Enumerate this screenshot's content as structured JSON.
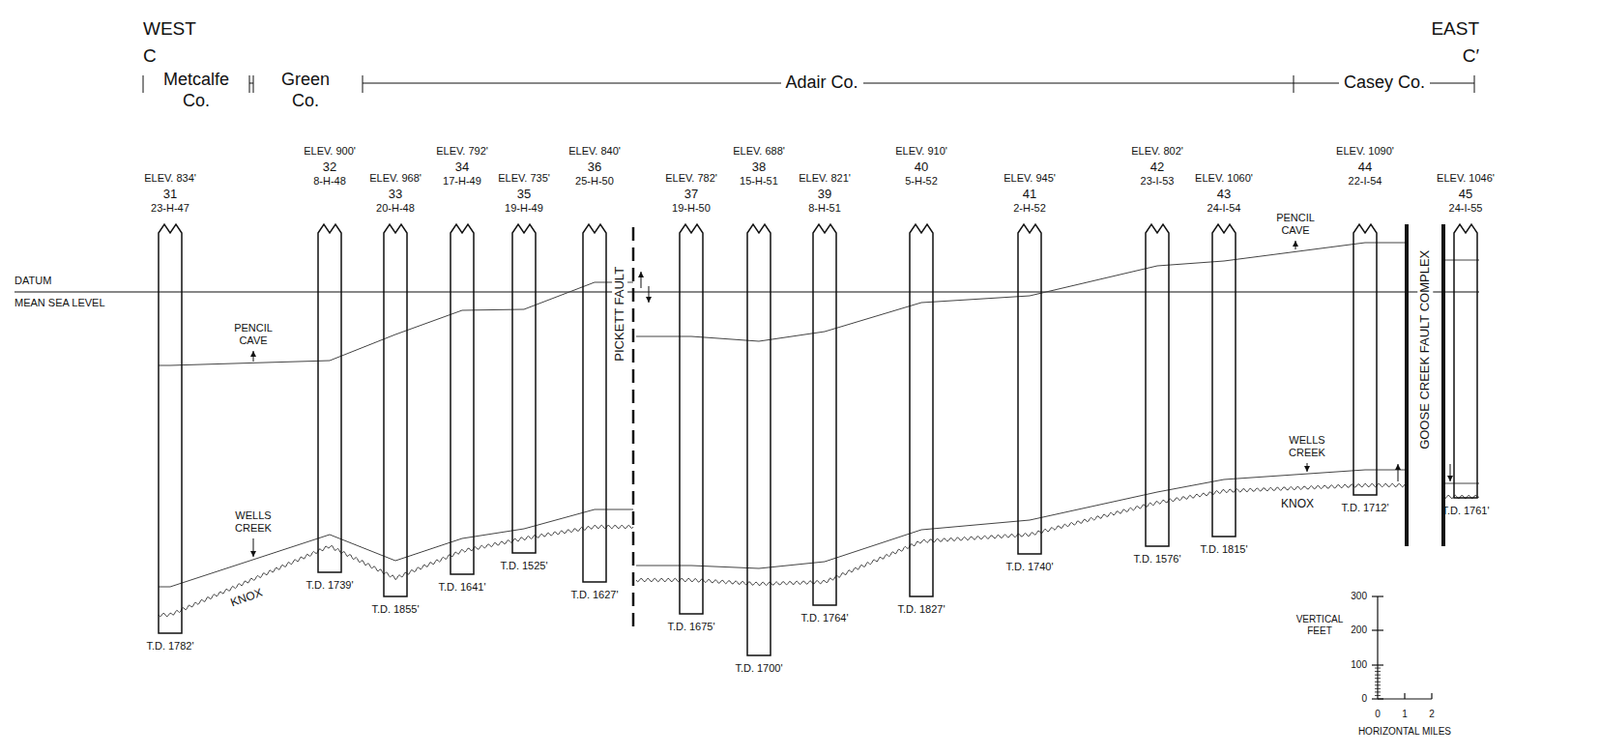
{
  "diagram": {
    "labels": [
      "WEST",
      "C",
      "EAST",
      "C′",
      "Metcalfe Co.",
      "Green Co.",
      "Adair Co.",
      "Casey Co.",
      "ELEV. 834'",
      "31",
      "23-H-47",
      "T.D. 1782'",
      "ELEV. 900'",
      "32",
      "8-H-48",
      "T.D. 1739'",
      "ELEV. 968'",
      "33",
      "20-H-48",
      "T.D. 1855'",
      "ELEV. 792'",
      "34",
      "17-H-49",
      "T.D. 1641'",
      "ELEV. 735'",
      "35",
      "19-H-49",
      "T.D. 1525'",
      "ELEV. 840'",
      "36",
      "25-H-50",
      "T.D. 1627'",
      "ELEV. 782'",
      "37",
      "19-H-50",
      "T.D. 1675'",
      "ELEV. 688'",
      "38",
      "15-H-51",
      "T.D. 1700'",
      "ELEV. 821'",
      "39",
      "8-H-51",
      "T.D. 1764'",
      "ELEV. 910'",
      "40",
      "5-H-52",
      "T.D. 1827'",
      "ELEV. 945'",
      "41",
      "2-H-52",
      "T.D. 1740'",
      "ELEV. 802'",
      "42",
      "23-I-53",
      "T.D. 1576'",
      "ELEV. 1060'",
      "43",
      "24-I-54",
      "T.D. 1815'",
      "ELEV. 1090'",
      "44",
      "22-I-54",
      "T.D. 1712'",
      "ELEV. 1046'",
      "45",
      "24-I-55",
      "T.D. 1761'",
      "DATUM",
      "MEAN SEA LEVEL",
      "PENCIL CAVE",
      "PENCIL CAVE",
      "WELLS CREEK",
      "WELLS CREEK",
      "KNOX",
      "KNOX",
      "PICKETT FAULT",
      "GOOSE CREEK FAULT COMPLEX",
      "300",
      "200",
      "100",
      "0",
      "VERTICAL FEET",
      "0",
      "1",
      "2",
      "HORIZONTAL MILES"
    ]
  }
}
